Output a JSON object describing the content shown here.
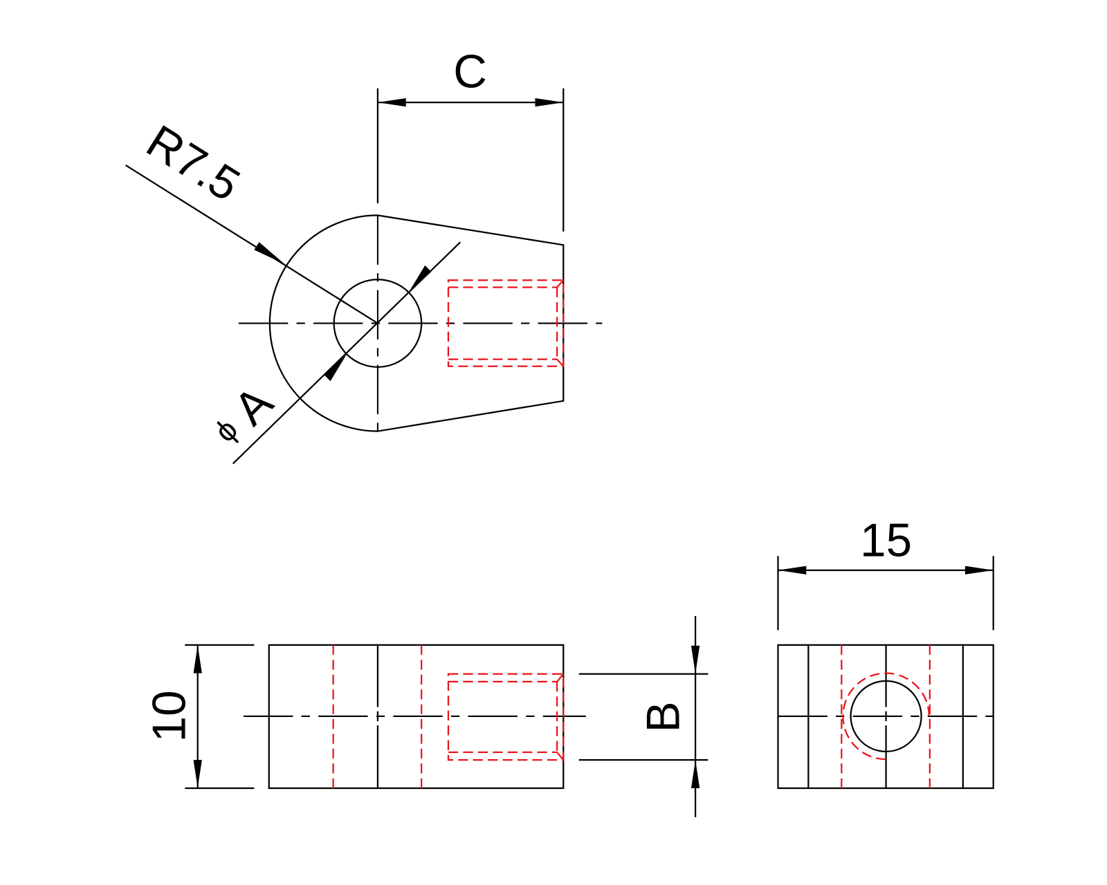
{
  "drawing": {
    "top_view": {
      "dim_c_label": "C",
      "radius_label": "R7.5",
      "diameter_symbol": "ϕ",
      "diameter_label": "A"
    },
    "front_view": {
      "height_label": "10",
      "dim_b_label": "B"
    },
    "side_view": {
      "width_label": "15"
    },
    "colors": {
      "visible_line": "#000000",
      "hidden_line": "#e8141b"
    }
  }
}
